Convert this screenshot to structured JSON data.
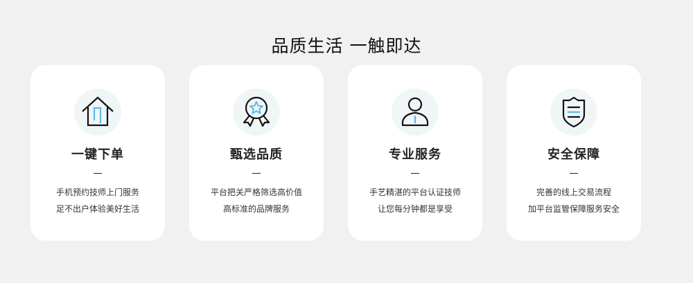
{
  "section": {
    "title": "品质生活 一触即达"
  },
  "colors": {
    "background": "#f1f1f1",
    "card": "#ffffff",
    "icon_bg": "#f0f6f7",
    "accent": "#5bbbe4",
    "stroke": "#111111"
  },
  "cards": [
    {
      "icon": "house-icon",
      "title": "一键下单",
      "lines": [
        "手机预约技师上门服务",
        "足不出户体验美好生活"
      ]
    },
    {
      "icon": "award-medal-icon",
      "title": "甄选品质",
      "lines": [
        "平台把关严格筛选高价值",
        "高标准的品牌服务"
      ]
    },
    {
      "icon": "person-icon",
      "title": "专业服务",
      "lines": [
        "手艺精湛的平台认证技师",
        "让您每分钟都是享受"
      ]
    },
    {
      "icon": "shield-icon",
      "title": "安全保障",
      "lines": [
        "完善的线上交易流程",
        "加平台监管保障服务安全"
      ]
    }
  ]
}
